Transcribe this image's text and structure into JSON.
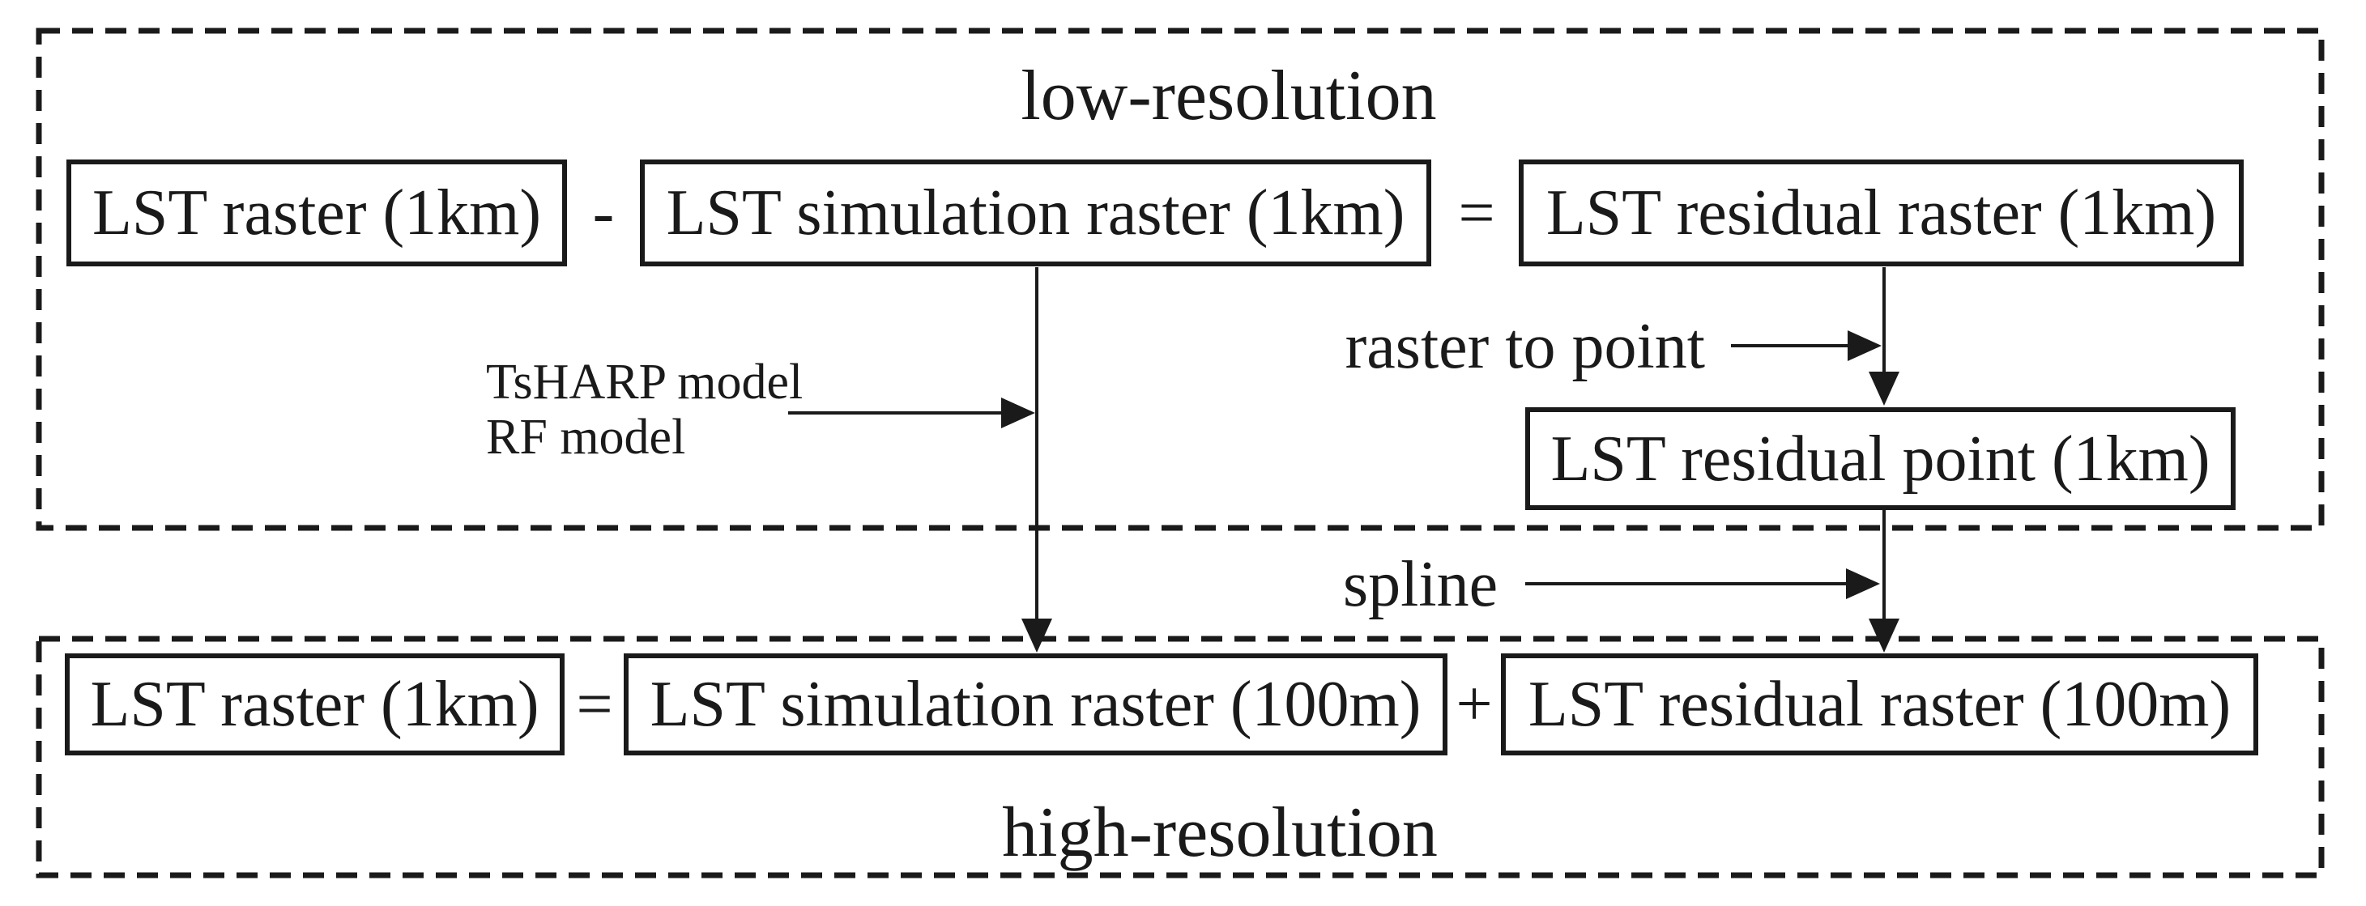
{
  "diagram": {
    "low_panel": {
      "title": "low-resolution",
      "box_lst_raster": "LST raster (1km)",
      "op_minus": "-",
      "box_lst_simulation_raster": "LST simulation raster (1km)",
      "op_equals": "=",
      "box_lst_residual_raster": "LST residual raster (1km)",
      "model_label_line1": "TsHARP model",
      "model_label_line2": "RF model",
      "raster_to_point_label": "raster to point",
      "box_lst_residual_point": "LST residual point (1km)"
    },
    "between_panels": {
      "spline_label": "spline"
    },
    "high_panel": {
      "title": "high-resolution",
      "box_lst_raster": "LST raster (1km)",
      "op_equals": "=",
      "box_lst_simulation_raster": "LST simulation raster (100m)",
      "op_plus": "+",
      "box_lst_residual_raster": "LST residual raster (100m)"
    },
    "colors": {
      "ink": "#1a1a1a",
      "background": "#ffffff"
    }
  }
}
